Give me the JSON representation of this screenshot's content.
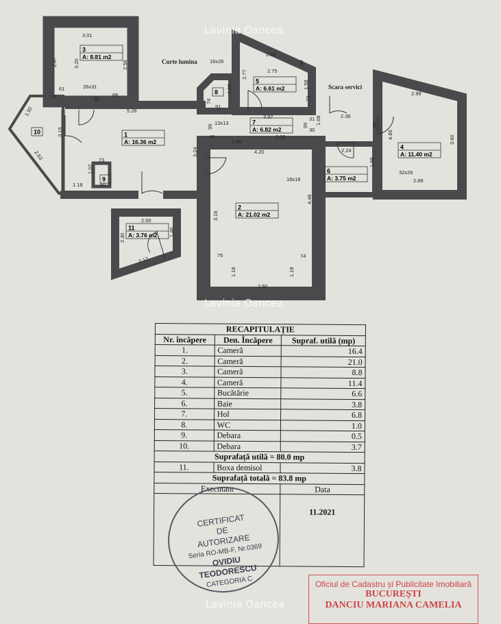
{
  "watermark": "Lavinia Oancea",
  "plan": {
    "labels": {
      "courtyard": "Curte lumina",
      "stairs": "Scara servici"
    },
    "rooms": [
      {
        "num": "1",
        "area": "A: 16.36 m2"
      },
      {
        "num": "2",
        "area": "A: 21.02 m2"
      },
      {
        "num": "3",
        "area": "A: 8.81 m2"
      },
      {
        "num": "4",
        "area": "A: 11.40 m2"
      },
      {
        "num": "5",
        "area": "A: 6.61 m2"
      },
      {
        "num": "6",
        "area": "A: 3.75 m2"
      },
      {
        "num": "7",
        "area": "A: 6.82 m2"
      },
      {
        "num": "8"
      },
      {
        "num": "9"
      },
      {
        "num": "10"
      },
      {
        "num": "11",
        "area": "A: 3.76 m2"
      }
    ],
    "dimensions": [
      "3.01",
      "2.47",
      "3.20",
      "2.56",
      "61",
      "73",
      "26x31",
      "68",
      "32",
      "5.28",
      "1.92",
      "3.19",
      "2.63",
      "3.24",
      "73",
      "1.02",
      "1.18",
      "50",
      "16x26",
      "74",
      "1.00",
      "91",
      "13x13",
      "99",
      "48",
      "1.40",
      "2.69",
      "38",
      "2.75",
      "2.77",
      "1.58",
      "73",
      "3.97",
      "31",
      "99",
      "30",
      "1.08",
      "2.09",
      "2.36",
      "97",
      "2.99",
      "4.85",
      "3.60",
      "4.20",
      "2.24",
      "1.69",
      "18x18",
      "32x26",
      "2.89",
      "4.46",
      "3.16",
      "75",
      "74",
      "1.18",
      "1.18",
      "2.50",
      "2.00",
      "1.46",
      "2.30",
      "2.17"
    ]
  },
  "table": {
    "title": "RECAPITULAȚIE",
    "headers": [
      "Nr. încăpere",
      "Den. Încăpere",
      "Supraf. utilă (mp)"
    ],
    "rows": [
      [
        "1.",
        "Cameră",
        "16.4"
      ],
      [
        "2.",
        "Cameră",
        "21.0"
      ],
      [
        "3.",
        "Cameră",
        "8.8"
      ],
      [
        "4.",
        "Cameră",
        "11.4"
      ],
      [
        "5.",
        "Bucătărie",
        "6.6"
      ],
      [
        "6.",
        "Baie",
        "3.8"
      ],
      [
        "7.",
        "Hol",
        "6.8"
      ],
      [
        "8.",
        "WC",
        "1.0"
      ],
      [
        "9.",
        "Debara",
        "0.5"
      ],
      [
        "10.",
        "Debara",
        "3.7"
      ]
    ],
    "useful_total": "Suprafață utilă = 80.0 mp",
    "extra_row": [
      "11.",
      "Boxa demisol",
      "3.8"
    ],
    "grand_total": "Suprafață totală = 83.8 mp",
    "executant_label": "Executant",
    "date_label": "Data",
    "date_value": "11.2021"
  },
  "stamp": {
    "lines": [
      "CERTIFICAT",
      "DE",
      "AUTORIZARE",
      "Seria RO-MB-F, Nr.0369",
      "OVIDIU",
      "TEODORESCU",
      "CATEGORIA C"
    ]
  },
  "office_stamp": {
    "line1": "Oficiul de Cadastru și Publicitate Imobiliară",
    "line2": "BUCUREȘTI",
    "line3": "DANCIU MARIANA CAMELIA"
  }
}
